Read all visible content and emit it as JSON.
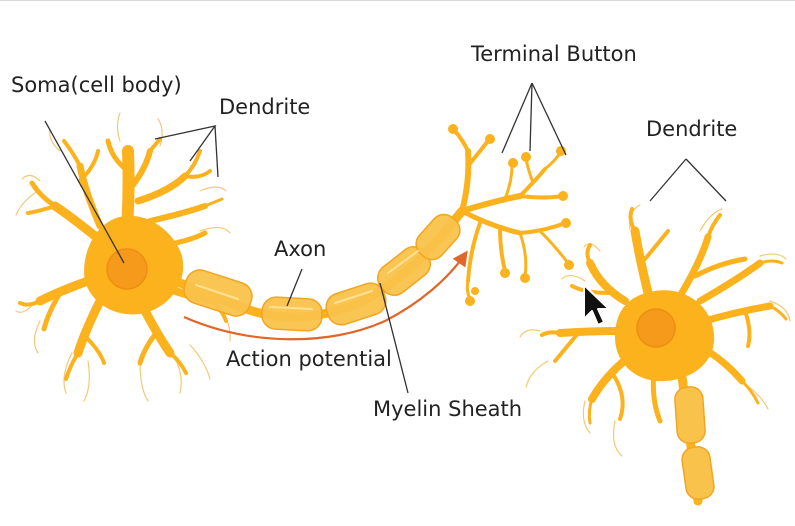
{
  "labels": {
    "soma": "Soma(cell body)",
    "dendrite_left": "Dendrite",
    "terminal_button": "Terminal Button",
    "dendrite_right": "Dendrite",
    "axon": "Axon",
    "action_potential": "Action potential",
    "myelin_sheath": "Myelin Sheath"
  },
  "colors": {
    "cell": "#FBB21D",
    "cell_edge": "#F0A010",
    "nucleus": "#F59A1B",
    "myelin": "#F9C24A",
    "signal_arrow": "#E0662A",
    "filament": "#F2C978",
    "text": "#222222",
    "leader": "#333333"
  },
  "icons": {
    "pointer": "mouse-pointer-icon"
  }
}
